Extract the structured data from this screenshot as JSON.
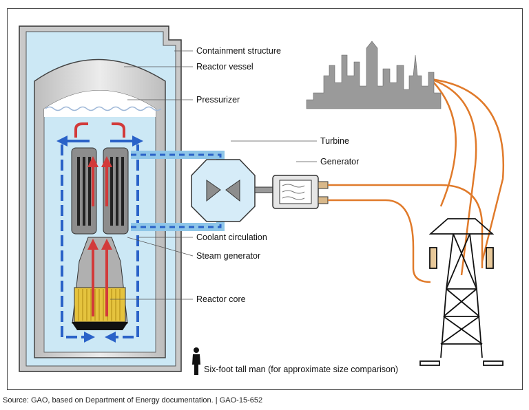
{
  "labels": {
    "containment": "Containment structure",
    "vessel": "Reactor vessel",
    "pressurizer": "Pressurizer",
    "turbine": "Turbine",
    "generator": "Generator",
    "coolant": "Coolant circulation",
    "steam_generator": "Steam generator",
    "core": "Reactor core",
    "man": "Six-foot tall man (for approximate size comparison)"
  },
  "footer": {
    "source": "Source: GAO, based on Department of Energy documentation.",
    "separator": "|",
    "report_id": "GAO-15-652"
  },
  "colors": {
    "containment": "#c9c9c9",
    "pool_water": "#cce8f5",
    "vessel": "#d8d8d8",
    "hot_coolant": "#d23a3a",
    "cool_coolant": "#2a62c8",
    "core_fuel": "#e5c33e",
    "power_line": "#e07a2a",
    "skyline": "#9a9a9a"
  }
}
